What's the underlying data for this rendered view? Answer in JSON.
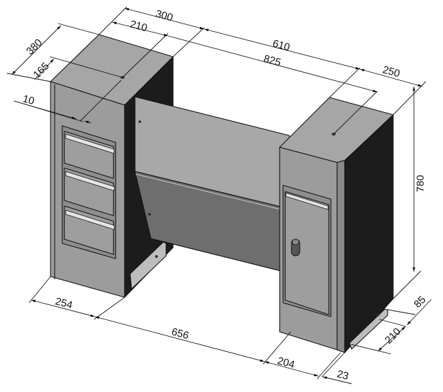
{
  "drawing": {
    "subject": "Desk with two pedestals (3-drawer left, locking door right) and modesty panel",
    "colors": {
      "top": "#a6a6a6",
      "front": "#9c9c9c",
      "side_dark": "#1c1c1c",
      "panel_light": "#a8a8a8",
      "panel_dark": "#6e6e6e",
      "handle": "#e4e4e4",
      "line": "#111111"
    },
    "dimensions": {
      "d300": "300",
      "d210_top": "210",
      "d610": "610",
      "d825": "825",
      "d250": "250",
      "d380": "380",
      "d165": "165",
      "d10": "10",
      "d780": "780",
      "d254": "254",
      "d656": "656",
      "d204": "204",
      "d23": "23",
      "d210_bottom": "210",
      "d85": "85"
    },
    "left_pedestal": {
      "drawers": 3
    },
    "right_pedestal": {
      "door": 1,
      "lock": "cylinder-lock"
    }
  }
}
